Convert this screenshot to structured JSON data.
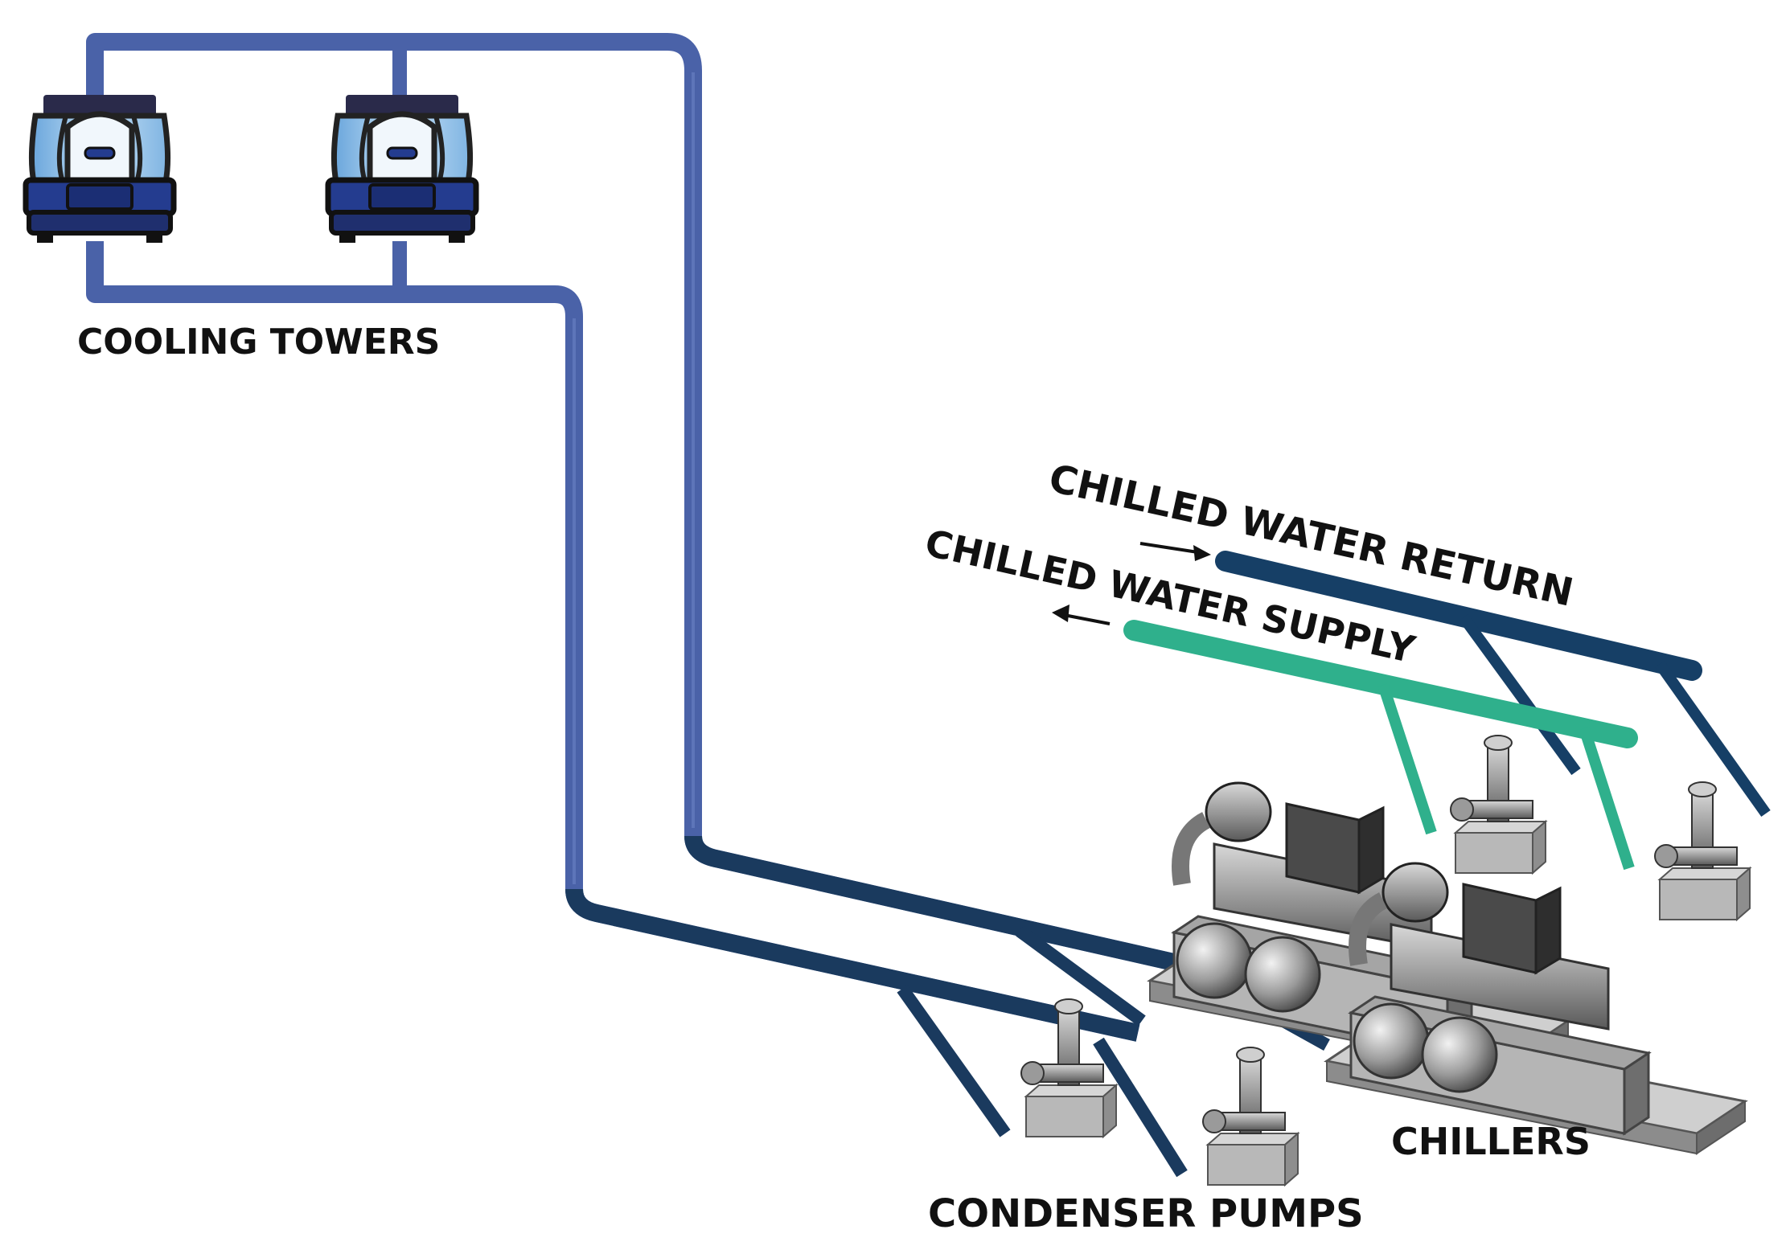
{
  "labels": {
    "cooling_towers": "COOLING TOWERS",
    "chilled_water_return": "CHILLED WATER RETURN",
    "chilled_water_supply": "CHILLED WATER SUPPLY",
    "chillers": "CHILLERS",
    "condenser_pumps": "CONDENSER PUMPS"
  },
  "colors": {
    "condenser_pipe_light": "#4a62a8",
    "condenser_pipe_dark": "#1a3a5e",
    "chw_return": "#163f66",
    "chw_supply": "#2fb08c",
    "tower_body": "#9ec9ee",
    "tower_base": "#243c8f",
    "equipment_gray": "#8a8a8a"
  },
  "icons": [
    "cooling-tower-icon",
    "chiller-icon",
    "pump-icon",
    "flow-arrow-icon"
  ]
}
